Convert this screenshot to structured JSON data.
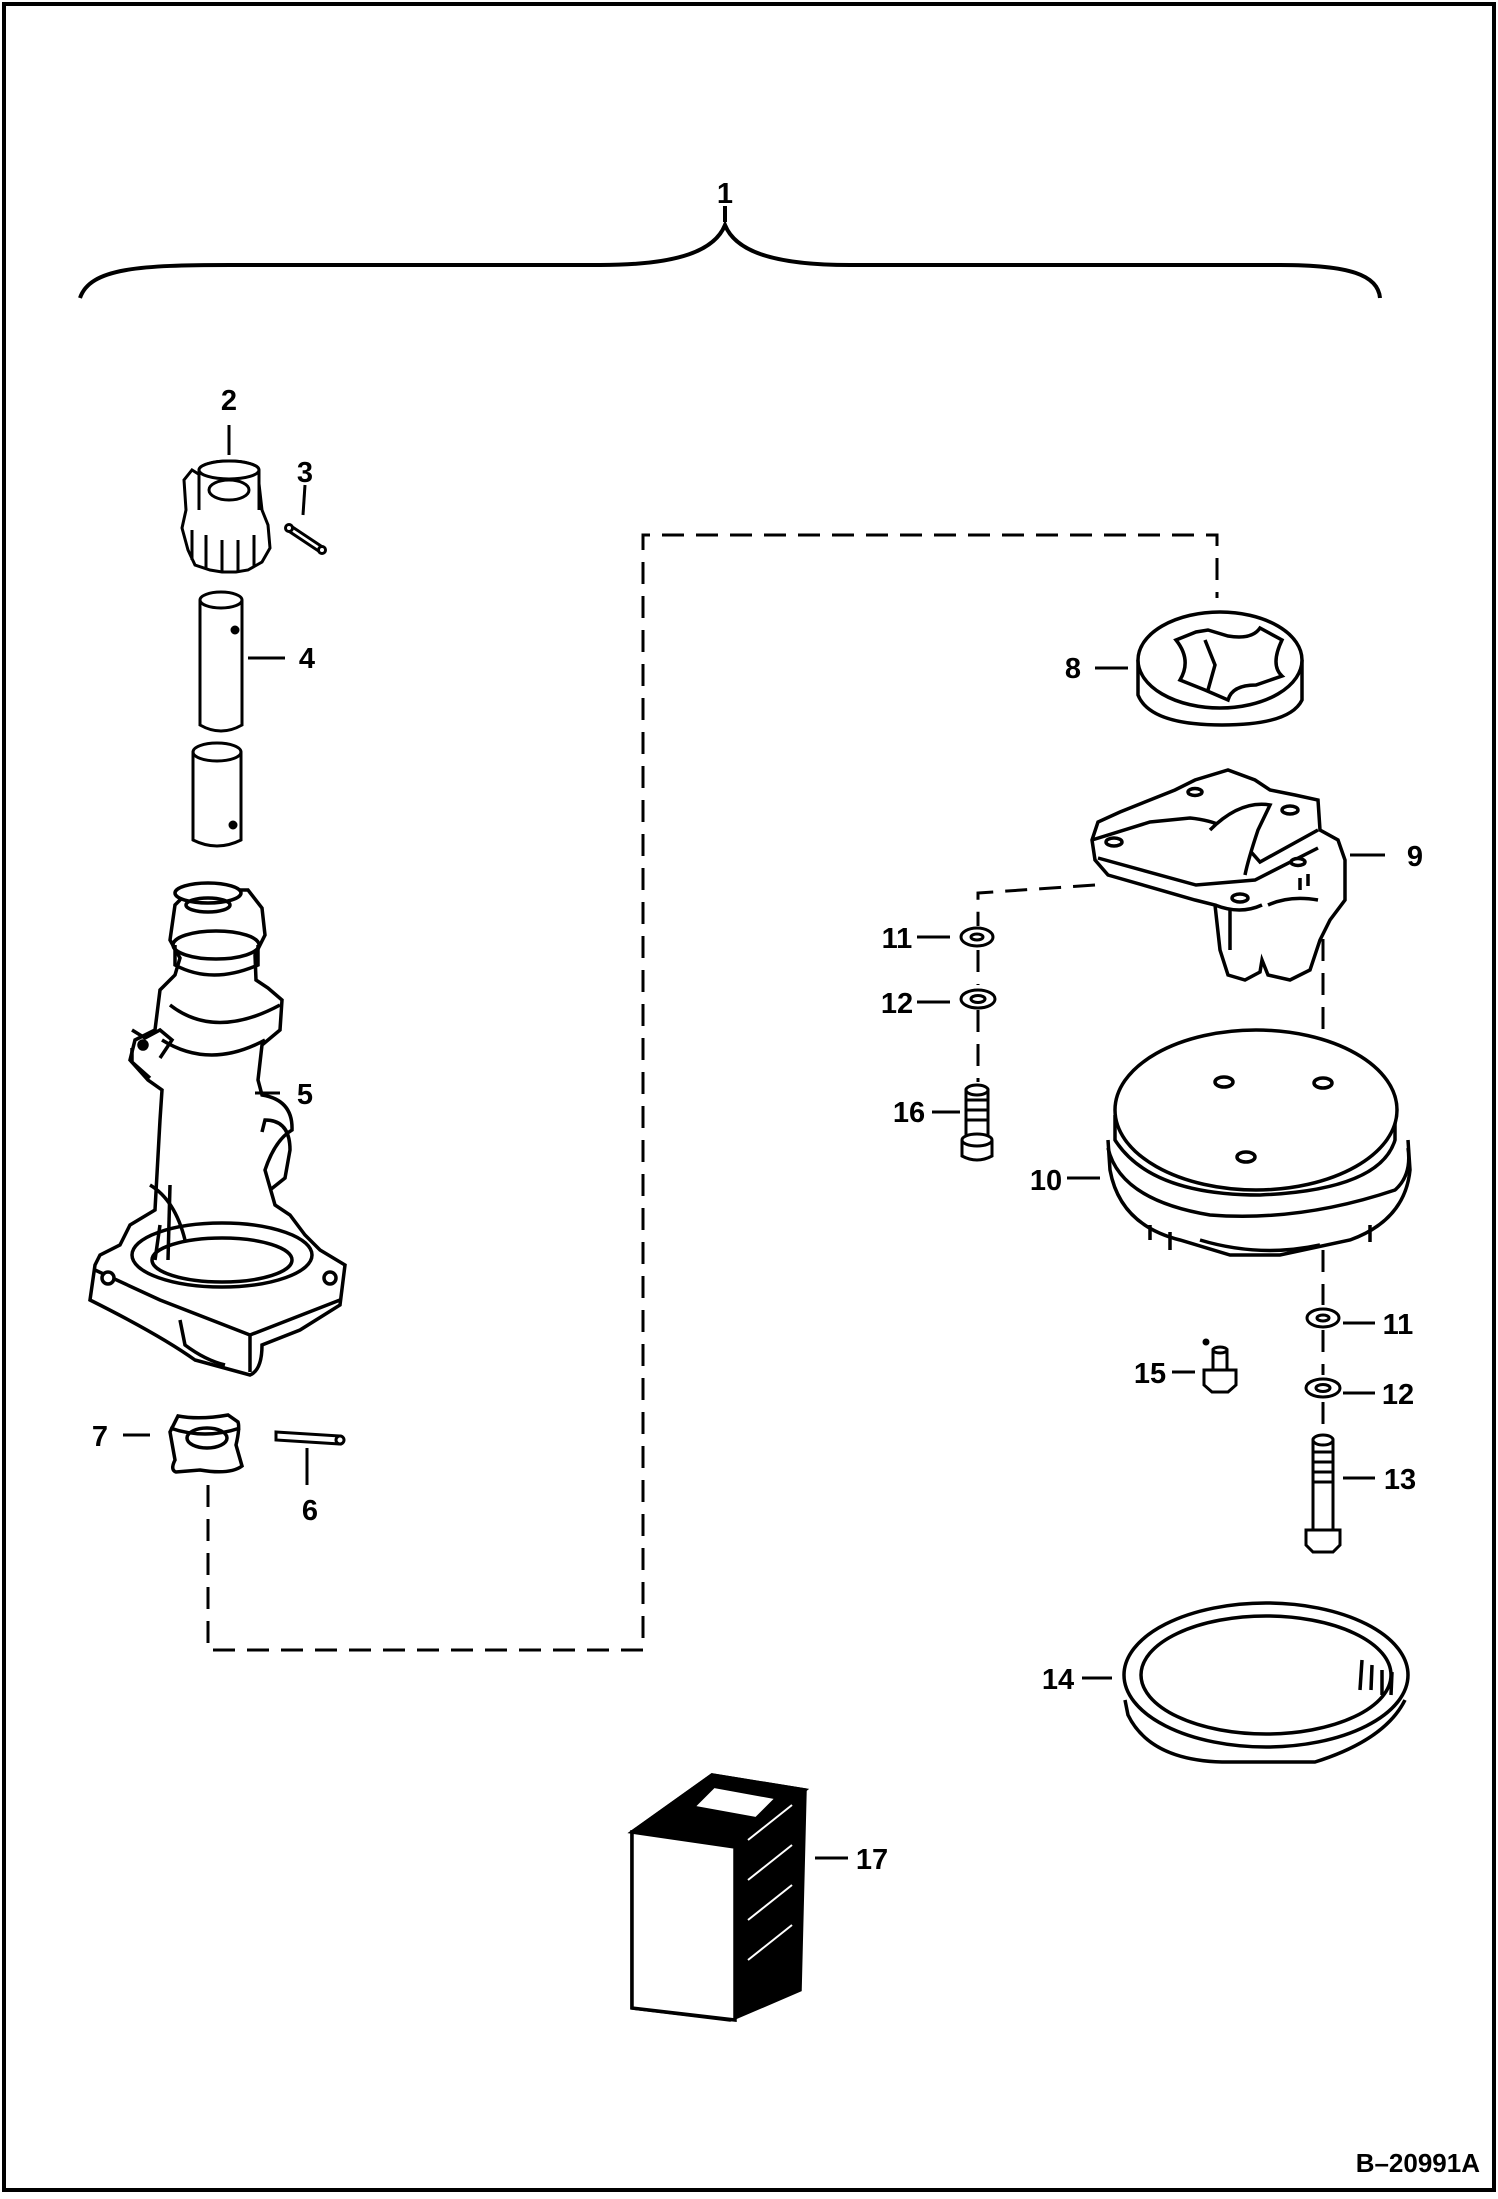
{
  "diagram": {
    "drawing_number": "B–20991A",
    "callouts": {
      "c1": "1",
      "c2": "2",
      "c3": "3",
      "c4": "4",
      "c5": "5",
      "c6": "6",
      "c7": "7",
      "c8": "8",
      "c9": "9",
      "c10": "10",
      "c11a": "11",
      "c12a": "12",
      "c11b": "11",
      "c12b": "12",
      "c13": "13",
      "c14": "14",
      "c15": "15",
      "c16": "16",
      "c17": "17"
    }
  }
}
